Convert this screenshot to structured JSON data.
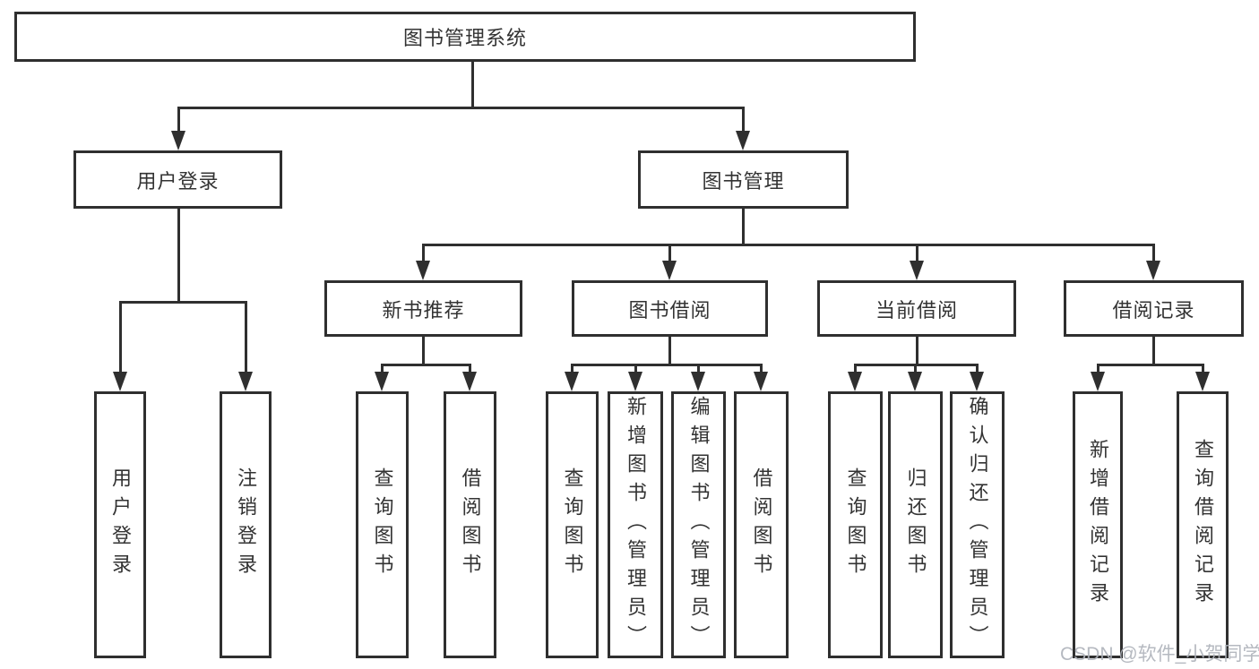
{
  "nodes": {
    "root": {
      "label": "图书管理系统"
    },
    "level2": [
      {
        "label": "用户登录"
      },
      {
        "label": "图书管理"
      }
    ],
    "level3": [
      {
        "label": "新书推荐"
      },
      {
        "label": "图书借阅"
      },
      {
        "label": "当前借阅"
      },
      {
        "label": "借阅记录"
      }
    ],
    "leaves": [
      {
        "label": "用户登录"
      },
      {
        "label": "注销登录"
      },
      {
        "label": "查询图书"
      },
      {
        "label": "借阅图书"
      },
      {
        "label": "查询图书"
      },
      {
        "label": "新增图书（管理员）"
      },
      {
        "label": "编辑图书（管理员）"
      },
      {
        "label": "借阅图书"
      },
      {
        "label": "查询图书"
      },
      {
        "label": "归还图书"
      },
      {
        "label": "确认归还（管理员）"
      },
      {
        "label": "新增借阅记录"
      },
      {
        "label": "查询借阅记录"
      }
    ]
  },
  "watermark": "CSDN @软件_小贺同学",
  "colors": {
    "line": "#2f2f2f",
    "text": "#333333",
    "watermark": "#aeb2ba",
    "background": "#ffffff"
  }
}
